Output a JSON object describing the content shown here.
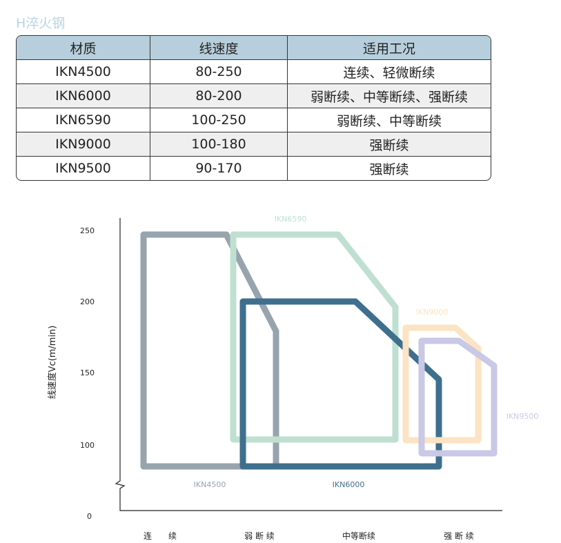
{
  "title": "H淬火钢",
  "table": {
    "headers": [
      "材质",
      "线速度",
      "适用工况"
    ],
    "rows": [
      [
        "IKN4500",
        "80-250",
        "连续、轻微断续"
      ],
      [
        "IKN6000",
        "80-200",
        "弱断续、中等断续、强断续"
      ],
      [
        "IKN6590",
        "100-250",
        "弱断续、中等断续"
      ],
      [
        "IKN9000",
        "100-180",
        "强断续"
      ],
      [
        "IKN9500",
        "90-170",
        "强断续"
      ]
    ]
  },
  "chart_data": {
    "type": "area",
    "ylabel": "线速度Vc(m/min)",
    "yticks": [
      "250",
      "200",
      "150",
      "100",
      "0"
    ],
    "xticks": [
      "连　　续",
      "弱 断 续",
      "中等断续",
      "强 断 续"
    ],
    "series": [
      {
        "name": "IKN4500",
        "range": [
          80,
          250
        ],
        "color": "#97a3ad"
      },
      {
        "name": "IKN6590",
        "range": [
          100,
          250
        ],
        "color": "#bfe0d0"
      },
      {
        "name": "IKN6000",
        "range": [
          80,
          200
        ],
        "color": "#3f6f8e"
      },
      {
        "name": "IKN9000",
        "range": [
          100,
          180
        ],
        "color": "#fbe3c3"
      },
      {
        "name": "IKN9500",
        "range": [
          90,
          170
        ],
        "color": "#c9c8e6"
      }
    ]
  }
}
